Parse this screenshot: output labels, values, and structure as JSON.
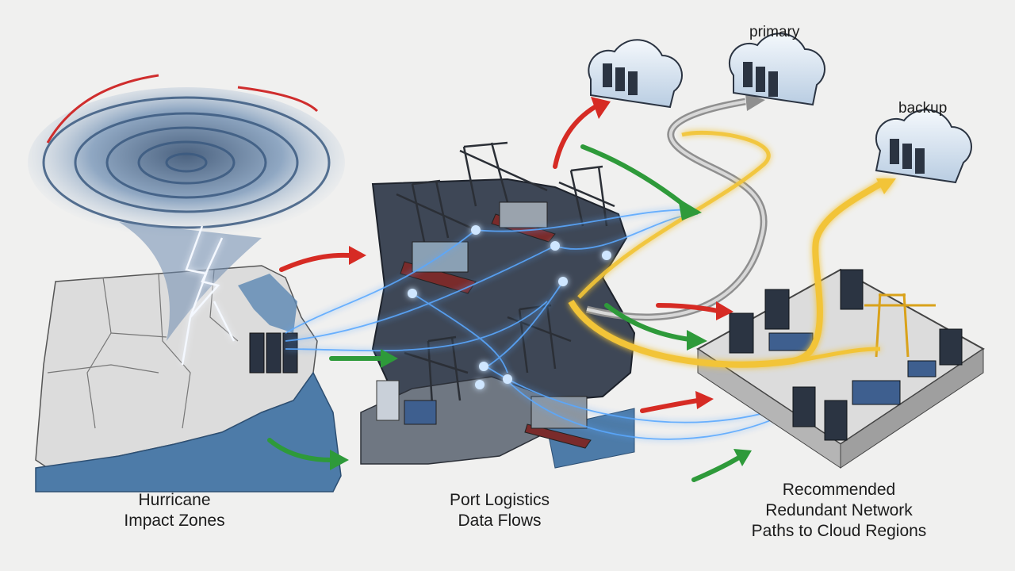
{
  "labels": {
    "hurricane": [
      "Hurricane",
      "Impact Zones"
    ],
    "port": [
      "Port Logistics",
      "Data Flows"
    ],
    "cloud": [
      "Recommended",
      "Redundant Network",
      "Paths to Cloud Regions"
    ]
  },
  "cloud_regions": {
    "primary": "primary",
    "backup": "backup"
  },
  "colors": {
    "background": "#f0f0ef",
    "ocean": "#4d7ba8",
    "port_land": "#3e4756",
    "data_flow": "#5aa8ff",
    "primary_path": "#b8b8b8",
    "backup_path": "#f2c437",
    "arrow_threat": "#d62b24",
    "arrow_safe": "#2e9a3a",
    "cloud": "#dbe7f3",
    "crane": "#d9a21b"
  },
  "icons": [
    "hurricane-icon",
    "lightning-icon",
    "crane-icon",
    "container-ship-icon",
    "server-rack-icon",
    "cloud-server-icon"
  ]
}
